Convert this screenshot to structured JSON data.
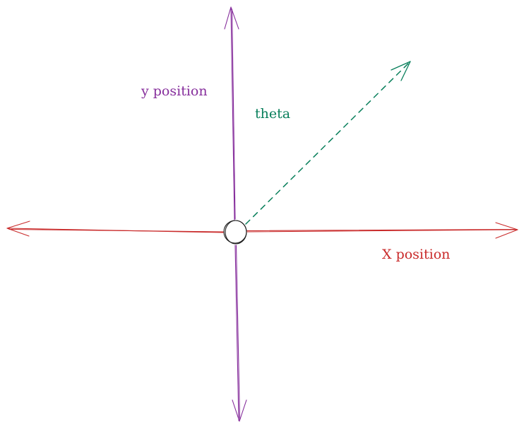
{
  "diagram": {
    "colors": {
      "x_axis": "#c92a2a",
      "y_axis": "#862e9c",
      "theta": "#087f5b",
      "origin": "#1e1e1e"
    },
    "labels": {
      "y_axis": "y position",
      "theta": "theta",
      "x_axis": "X position"
    }
  }
}
